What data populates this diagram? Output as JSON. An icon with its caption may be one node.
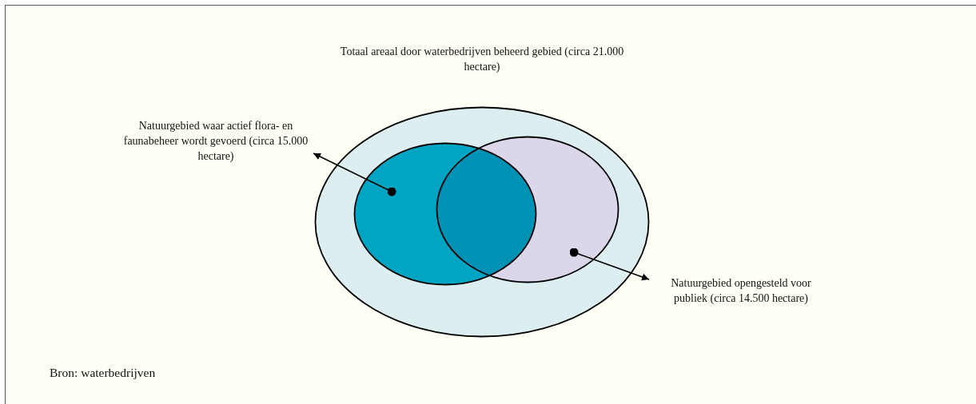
{
  "diagram": {
    "nodes": [
      {
        "text": [
          "Totaal areaal door waterbedrijven beheerd gebied (circa 21.000 hectare)"
        ]
      },
      {
        "text": [
          "Natuurgebied waar actief flora- en faunabeheer wordt gevoerd (circa 15.000 hectare)"
        ]
      },
      {
        "text": [],
        "shape": "ellipse",
        "in": 0
      },
      {
        "text": [],
        "shape": "ellipse",
        "in": 0
      },
      {
        "text": [
          "Natuurgebied opengesteld voor publiek (circa 14.500 hectare)"
        ]
      }
    ],
    "edges": [
      {
        "from": 2,
        "to": 1,
        "arrow": "to"
      },
      {
        "from": 3,
        "to": 4,
        "arrow": "to"
      }
    ],
    "labels": [
      "Bron: waterbedrijven"
    ]
  }
}
